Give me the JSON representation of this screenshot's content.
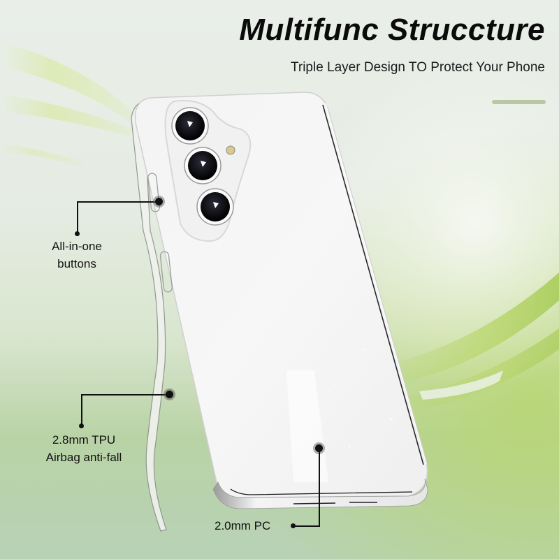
{
  "header": {
    "title": "Multifunc Struccture",
    "subtitle": "Triple Layer Design TO Protect Your Phone"
  },
  "colors": {
    "accent_bar": "#b9c7a4",
    "text": "#111111",
    "background_light": "#e9efe8",
    "background_green": "#b9d3a6",
    "highlight_green": "#c4dc7c"
  },
  "callouts": [
    {
      "id": "buttons",
      "line1": "All-in-one",
      "line2": "buttons"
    },
    {
      "id": "tpu",
      "line1": "2.8mm TPU",
      "line2": "Airbag anti-fall"
    },
    {
      "id": "pc",
      "line1": "2.0mm PC"
    }
  ],
  "product": {
    "description": "Clear glitter phone case with triple camera cutout",
    "camera_lenses": 3
  }
}
